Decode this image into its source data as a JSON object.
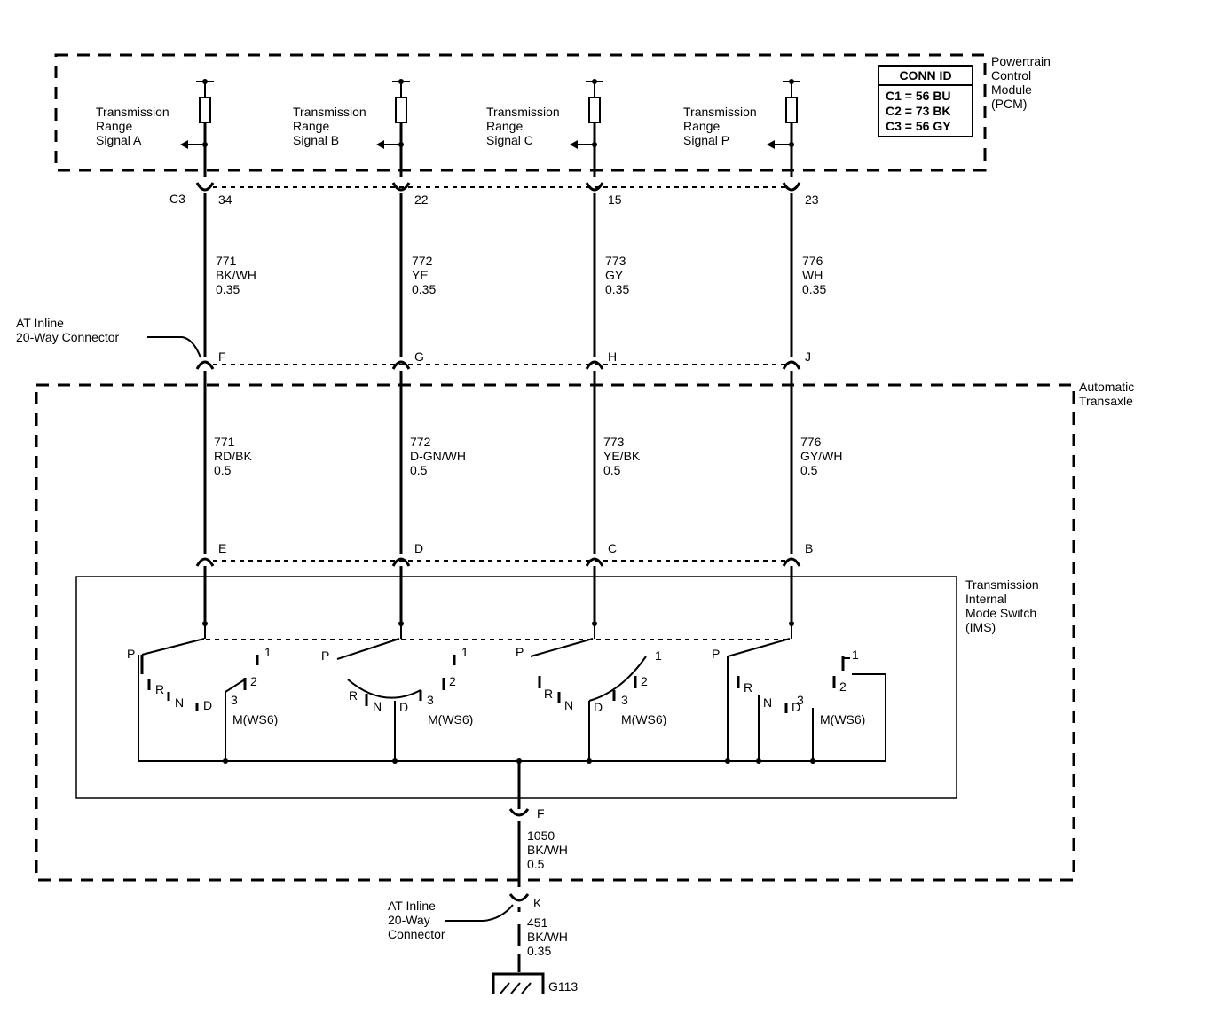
{
  "pcm": {
    "label_lines": [
      "Powertrain",
      "Control",
      "Module",
      "(PCM)"
    ],
    "conn_id_title": "CONN ID",
    "conn_ids": [
      "C1 = 56 BU",
      "C2 = 73 BK",
      "C3 = 56 GY"
    ],
    "connector": "C3"
  },
  "transaxle_label": [
    "Automatic",
    "Transaxle"
  ],
  "ims_label": [
    "Transmission",
    "Internal",
    "Mode Switch",
    "(IMS)"
  ],
  "inline_top_label": [
    "AT Inline",
    "20-Way Connector"
  ],
  "inline_bottom_label": [
    "AT Inline",
    "20-Way",
    "Connector"
  ],
  "circuits": [
    {
      "signal": [
        "Transmission",
        "Range",
        "Signal A"
      ],
      "pin_pcm": "34",
      "upper_wire": [
        "771",
        "BK/WH",
        "0.35"
      ],
      "pin_inline": "F",
      "lower_wire": [
        "771",
        "RD/BK",
        "0.5"
      ],
      "pin_ims": "E"
    },
    {
      "signal": [
        "Transmission",
        "Range",
        "Signal B"
      ],
      "pin_pcm": "22",
      "upper_wire": [
        "772",
        "YE",
        "0.35"
      ],
      "pin_inline": "G",
      "lower_wire": [
        "772",
        "D-GN/WH",
        "0.5"
      ],
      "pin_ims": "D"
    },
    {
      "signal": [
        "Transmission",
        "Range",
        "Signal C"
      ],
      "pin_pcm": "15",
      "upper_wire": [
        "773",
        "GY",
        "0.35"
      ],
      "pin_inline": "H",
      "lower_wire": [
        "773",
        "YE/BK",
        "0.5"
      ],
      "pin_ims": "C"
    },
    {
      "signal": [
        "Transmission",
        "Range",
        "Signal P"
      ],
      "pin_pcm": "23",
      "upper_wire": [
        "776",
        "WH",
        "0.35"
      ],
      "pin_inline": "J",
      "lower_wire": [
        "776",
        "GY/WH",
        "0.5"
      ],
      "pin_ims": "B"
    }
  ],
  "switch_positions": {
    "P": "P",
    "R": "R",
    "N": "N",
    "D": "D",
    "one": "1",
    "two": "2",
    "three": "3",
    "m": "M(WS6)"
  },
  "ground_pin_ims": "F",
  "ground_wire_upper": [
    "1050",
    "BK/WH",
    "0.5"
  ],
  "ground_pin_inline": "K",
  "ground_wire_lower": [
    "451",
    "BK/WH",
    "0.35"
  ],
  "ground": "G113"
}
